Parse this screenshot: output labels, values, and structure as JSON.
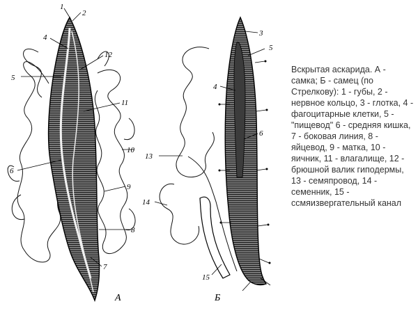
{
  "caption": "Вскрытая аскарида. А - самка; Б - самец (по Стрелкову): 1 - губы, 2 - нервное кольцо, 3 - глотка, 4 - фагоцитарные клетки, 5 - \"пищевод\" 6 - средняя кишка, 7 - боковая линия, 8 - яйцевод, 9 - матка, 10 - яичник, 11 - влагалище, 12 - брюшной валик гиподермы, 13 - семяпровод, 14 - семенник, 15 - ссмяизвергательный канал",
  "panels": {
    "female": "А",
    "male": "Б"
  },
  "female_labels": [
    "1",
    "2",
    "4",
    "5",
    "12",
    "11",
    "6",
    "10",
    "9",
    "8",
    "7"
  ],
  "male_labels": [
    "3",
    "5",
    "4",
    "6",
    "13",
    "14",
    "15"
  ],
  "colors": {
    "ink": "#111111",
    "body_fill": "#6a6a6a",
    "caption": "#333333"
  }
}
